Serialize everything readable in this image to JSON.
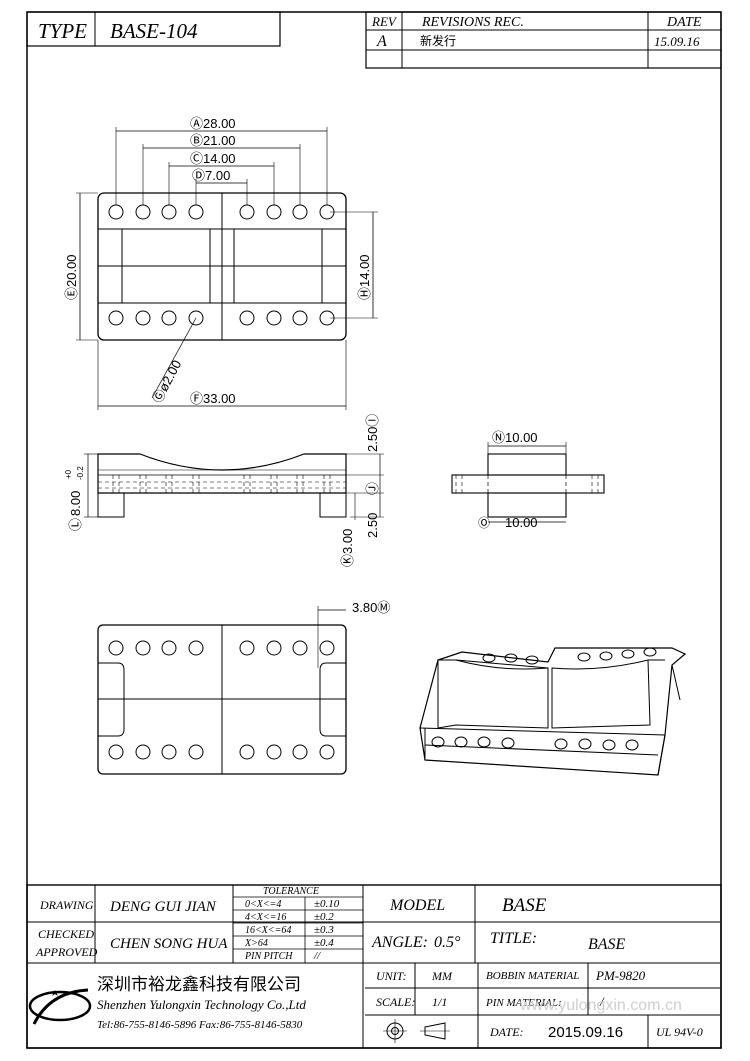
{
  "header": {
    "type_label": "TYPE",
    "type_value": "BASE-104"
  },
  "revisions": {
    "col_rev": "REV",
    "col_rec": "REVISIONS REC.",
    "col_date": "DATE",
    "rows": [
      {
        "rev": "A",
        "rec": "新发行",
        "date": "15.09.16"
      }
    ]
  },
  "dimensions": {
    "A": "Ⓐ28.00",
    "B": "Ⓑ21.00",
    "C": "Ⓒ14.00",
    "D": "Ⓓ7.00",
    "E": "Ⓔ20.00",
    "F": "Ⓕ33.00",
    "G": "Ⓖø2.00",
    "H": "Ⓗ14.00",
    "I": "2.50Ⓘ",
    "J": "Ⓙ",
    "J_value": "2.50",
    "K": "Ⓚ3.00",
    "L_value": "8.00",
    "L_tol_plus": "+0",
    "L_tol_minus": "-0.2",
    "L": "Ⓛ",
    "M": "3.80Ⓜ",
    "N": "Ⓝ10.00",
    "O": "Ⓞ",
    "O_value": "10.00"
  },
  "title_block": {
    "drawing_label": "DRAWING",
    "drawing_value": "DENG GUI JIAN",
    "checked_label": "CHECKED",
    "approved_label": "APPROVED",
    "approved_value": "CHEN SONG HUA",
    "tolerance_title": "TOLERANCE",
    "tolerances": [
      {
        "range": "0<X<=4",
        "tol": "±0.10"
      },
      {
        "range": "4<X<=16",
        "tol": "±0.2"
      },
      {
        "range": "16<X<=64",
        "tol": "±0.3"
      },
      {
        "range": "X>64",
        "tol": "±0.4"
      },
      {
        "range": "PIN PITCH",
        "tol": "//"
      }
    ],
    "model_label": "MODEL",
    "model_value": "BASE",
    "angle_label": "ANGLE:",
    "angle_value": "0.5°",
    "title_label": "TITLE:",
    "title_value": "BASE",
    "company_cn": "深圳市裕龙鑫科技有限公司",
    "company_en": "Shenzhen Yulongxin Technology Co.,Ltd",
    "contact": "Tel:86-755-8146-5896  Fax:86-755-8146-5830",
    "unit_label": "UNIT:",
    "unit_value": "MM",
    "scale_label": "SCALE:",
    "scale_value": "1/1",
    "bobbin_label": "BOBBIN MATERIAL",
    "bobbin_value": "PM-9820",
    "pin_label": "PIN MATERIAL:",
    "pin_value": "/",
    "date_label": "DATE:",
    "date_value": "2015.09.16",
    "ul_value": "UL 94V-0",
    "watermark": "www.yulongxin.com.cn"
  }
}
